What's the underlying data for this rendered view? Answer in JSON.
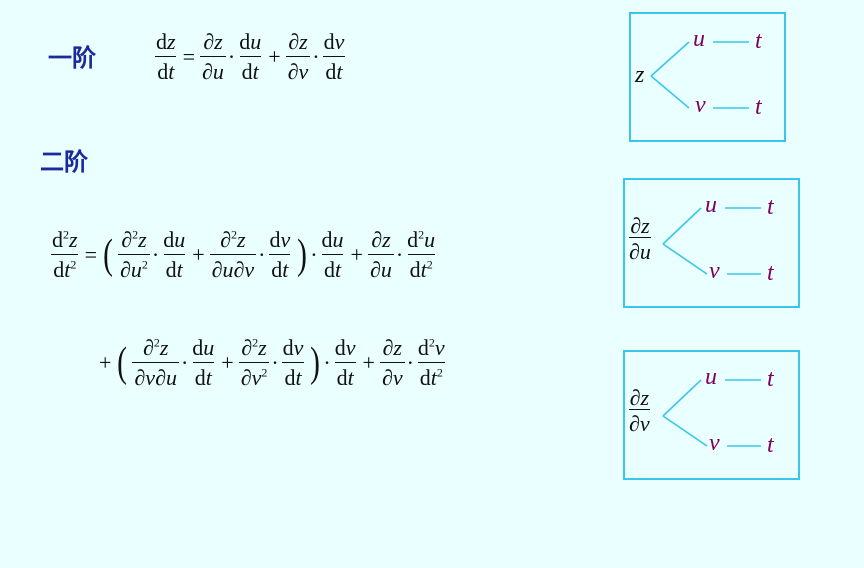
{
  "labels": {
    "first_order": "一阶",
    "second_order": "二阶"
  },
  "math": {
    "d": "d",
    "partial": "∂",
    "z": "z",
    "u": "u",
    "v": "v",
    "t": "t",
    "dot": "·",
    "plus": "+",
    "eq": "=",
    "lparen": "(",
    "rparen": ")",
    "sq": "2"
  },
  "colors": {
    "label": "#1a2a9a",
    "tree_line": "#39c6e8",
    "tree_var": "#800060",
    "background": "#eaffff"
  }
}
